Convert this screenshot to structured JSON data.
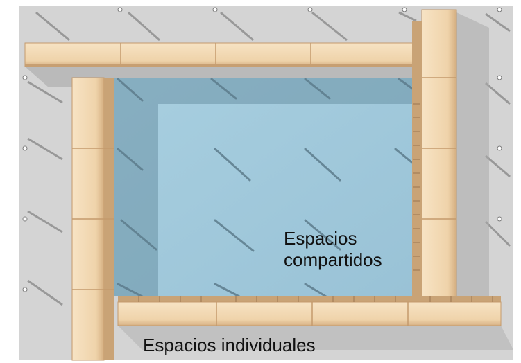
{
  "labels": {
    "shared_line1": "Espacios",
    "shared_line2": "compartidos",
    "individual": "Espacios individuales"
  },
  "colors": {
    "floor": "#d5d5d5",
    "wood": "#f2d9b4",
    "wood_shadow": "#c9a77c",
    "shared_space": "#9fc6d8",
    "text": "#111111"
  }
}
